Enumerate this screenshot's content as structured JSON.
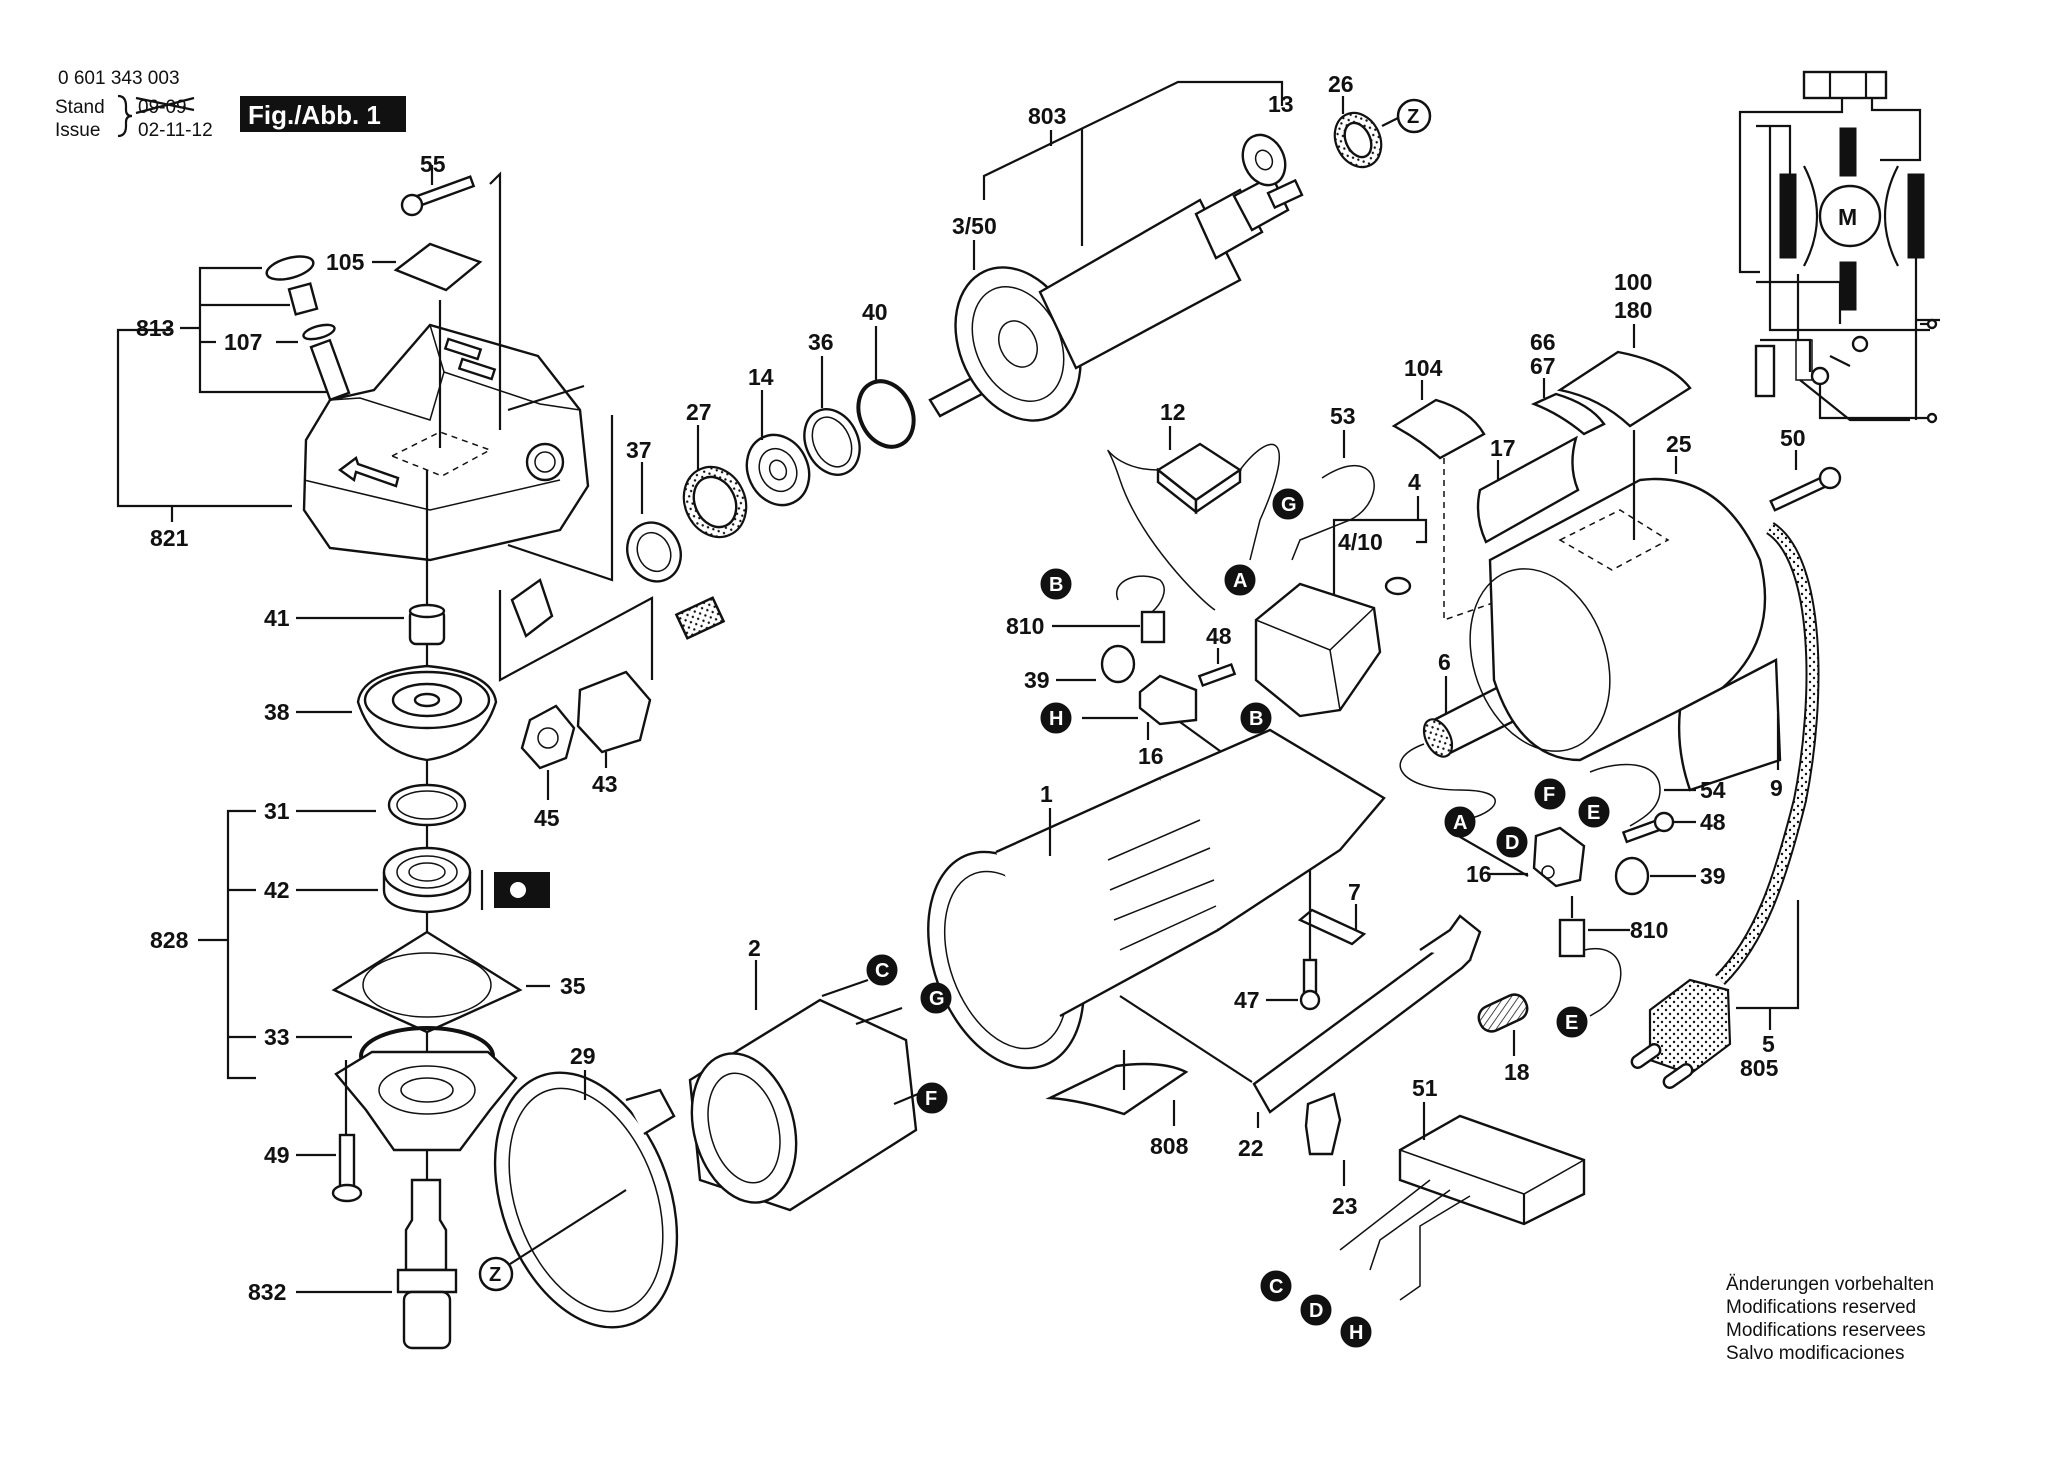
{
  "header": {
    "part_number": "0 601 343 003",
    "stand_label": "Stand",
    "issue_label": "Issue",
    "old_date_struck": "09-09",
    "issue_date": "02-11-12",
    "figure_label": "Fig./Abb. 1"
  },
  "part_labels": {
    "p55": "55",
    "p105": "105",
    "p813": "813",
    "p107": "107",
    "p821": "821",
    "p41": "41",
    "p38": "38",
    "p31": "31",
    "p42": "42",
    "p828": "828",
    "p35": "35",
    "p33": "33",
    "p49": "49",
    "p832": "832",
    "p37": "37",
    "p27": "27",
    "p14": "14",
    "p36": "36",
    "p40": "40",
    "p45": "45",
    "p43": "43",
    "p803": "803",
    "p3_50": "3/50",
    "p13": "13",
    "p26": "26",
    "p12": "12",
    "p53": "53",
    "p4": "4",
    "p4_10": "4/10",
    "p104": "104",
    "p66": "66",
    "p67": "67",
    "p100": "100",
    "p180": "180",
    "p17": "17",
    "p25": "25",
    "p50": "50",
    "p810a": "810",
    "p39a": "39",
    "p48a": "48",
    "p16a": "16",
    "p6": "6",
    "p1": "1",
    "p2": "2",
    "p29": "29",
    "p7": "7",
    "p47": "47",
    "p22": "22",
    "p23": "23",
    "p808": "808",
    "p18": "18",
    "p51": "51",
    "p54": "54",
    "p48b": "48",
    "p16b": "16",
    "p39b": "39",
    "p810b": "810",
    "p9": "9",
    "p5": "5",
    "p805": "805"
  },
  "connectors": {
    "A": "A",
    "B": "B",
    "C": "C",
    "D": "D",
    "E": "E",
    "F": "F",
    "G": "G",
    "H": "H"
  },
  "reference_z": "Z",
  "schematic": {
    "motor_symbol": "M"
  },
  "notes": [
    "Änderungen vorbehalten",
    "Modifications reserved",
    "Modifications reservees",
    "Salvo modificaciones"
  ]
}
